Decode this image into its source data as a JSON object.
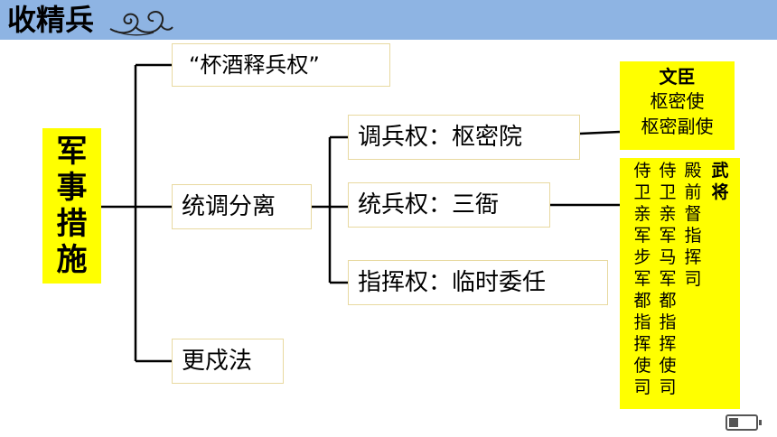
{
  "header": {
    "title": "收精兵"
  },
  "root": {
    "label": "军事措施"
  },
  "branches": {
    "b1": "“杯酒释兵权”",
    "b2": "统调分离",
    "b3": "更戍法"
  },
  "sub": {
    "s1": "调兵权：枢密院",
    "s2": "统兵权：三衙",
    "s3": "指挥权：临时委任"
  },
  "wenchen": {
    "title": "文臣",
    "lines": [
      "枢密使",
      "枢密副使"
    ]
  },
  "wujiang": {
    "title": "武将",
    "columns": [
      "殿前督指挥司",
      "侍卫亲军马军都指挥使司",
      "侍卫亲军步军都指挥使司"
    ]
  },
  "colors": {
    "header": "#8eb4e3",
    "highlight": "#ffff00",
    "line": "#000000"
  },
  "icons": {
    "decoration": "swirl-ornament-icon",
    "status": "battery-icon"
  }
}
